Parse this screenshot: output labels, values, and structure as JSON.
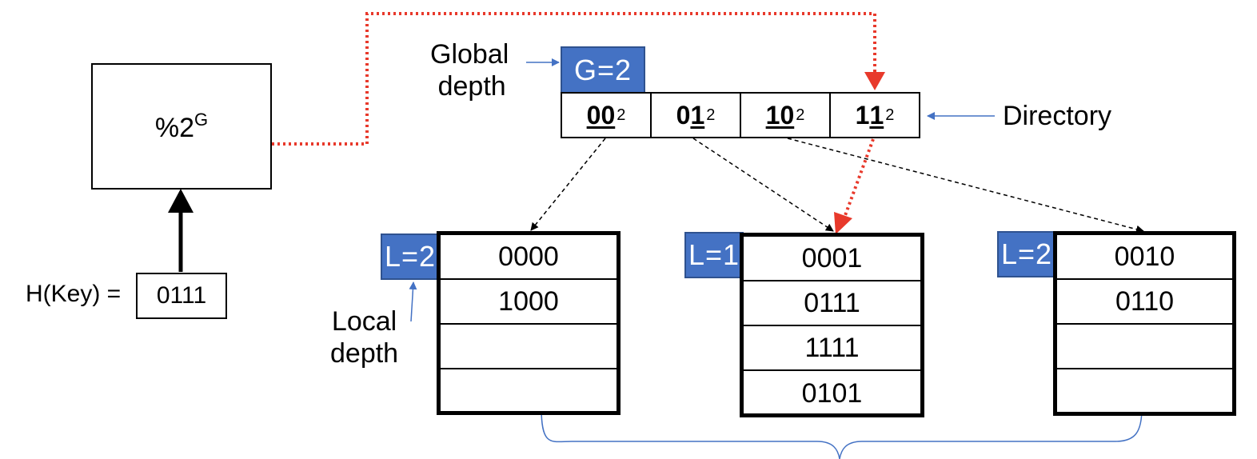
{
  "hash_box": {
    "label_main": "%2",
    "label_sup": "G"
  },
  "hash_input": {
    "label": "H(Key) =",
    "value": "0111"
  },
  "global_depth": {
    "label_line1": "Global",
    "label_line2": "depth",
    "badge": "G=2"
  },
  "directory": {
    "label": "Directory",
    "entries": [
      {
        "high": "0",
        "low": "0",
        "base": "2",
        "underline": "both"
      },
      {
        "high": "0",
        "low": "1",
        "base": "2",
        "underline": "low"
      },
      {
        "high": "1",
        "low": "0",
        "base": "2",
        "underline": "both"
      },
      {
        "high": "1",
        "low": "1",
        "base": "2",
        "underline": "low"
      }
    ]
  },
  "local_depth": {
    "label_line1": "Local",
    "label_line2": "depth"
  },
  "buckets": [
    {
      "badge": "L=2",
      "slots": [
        "0000",
        "1000",
        "",
        ""
      ]
    },
    {
      "badge": "L=1",
      "slots": [
        "0001",
        "0111",
        "1111",
        "0101"
      ]
    },
    {
      "badge": "L=2",
      "slots": [
        "0010",
        "0110",
        "",
        ""
      ]
    }
  ],
  "colors": {
    "highlight": "#e8392b",
    "badge_fill": "#4472c4",
    "arrow_blue": "#4472c4"
  }
}
